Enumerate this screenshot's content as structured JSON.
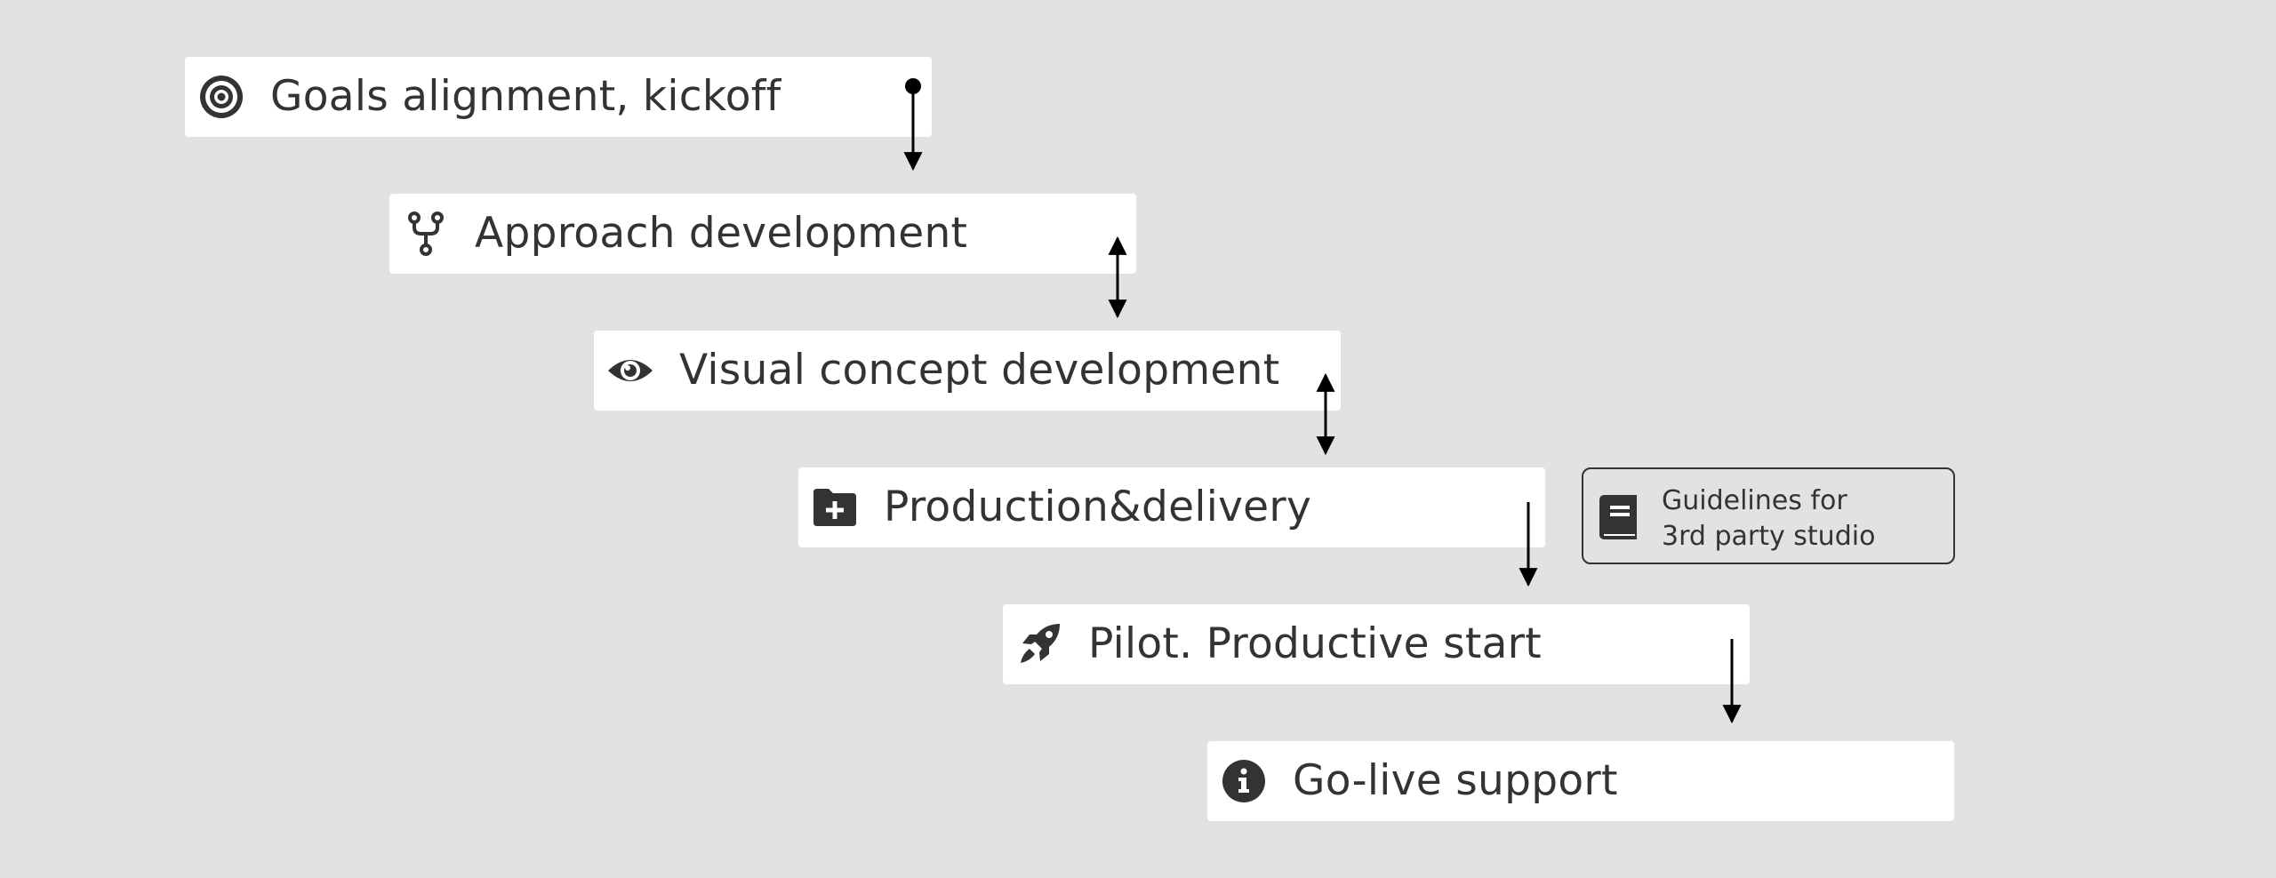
{
  "steps": [
    {
      "label": "Goals alignment, kickoff",
      "icon": "target-icon"
    },
    {
      "label": "Approach development",
      "icon": "code-fork-icon"
    },
    {
      "label": "Visual concept development",
      "icon": "eye-icon"
    },
    {
      "label": "Production&delivery",
      "icon": "folder-plus-icon"
    },
    {
      "label": "Pilot. Productive start",
      "icon": "rocket-icon"
    },
    {
      "label": "Go-live support",
      "icon": "info-circle-icon"
    }
  ],
  "note": {
    "line1": "Guidelines for",
    "line2": "3rd party studio",
    "icon": "book-icon"
  },
  "colors": {
    "background": "#e2e2e2",
    "box": "#ffffff",
    "text": "#333333",
    "connector": "#000000"
  }
}
